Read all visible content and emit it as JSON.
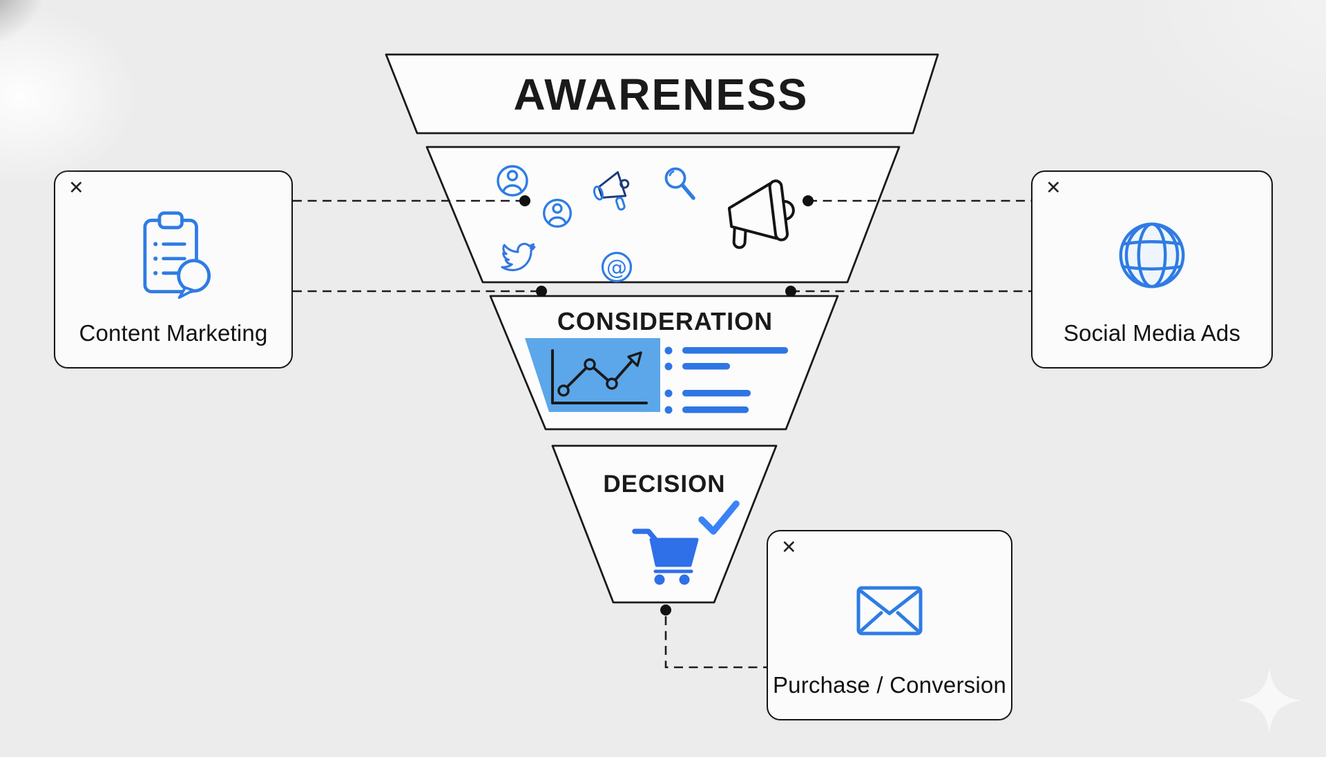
{
  "colors": {
    "background": "#ececec",
    "card-bg": "#fbfbfb",
    "panel": "#fcfcfc",
    "ink": "#1a1a1a",
    "blue": "#2e7ce4",
    "blue-fill": "#2f6fe8",
    "navy": "#1d3b7a",
    "chart-block": "#5ba7ea",
    "bar-blue": "#2e76e3",
    "check-blue": "#3b82f6"
  },
  "funnel": {
    "stages": [
      {
        "label": "AWARENESS"
      },
      {
        "label": "CONSIDERATION"
      },
      {
        "label": "DECISION"
      }
    ]
  },
  "cards": [
    {
      "label": "Content Marketing",
      "icon": "clipboard-list-icon",
      "close_glyph": "✕"
    },
    {
      "label": "Social Media Ads",
      "icon": "globe-icon",
      "close_glyph": "✕"
    },
    {
      "label": "Purchase / Conversion",
      "icon": "envelope-icon",
      "close_glyph": "✕"
    }
  ],
  "icons": {
    "at_glyph": "@",
    "awareness_strip": [
      "user-icon",
      "user-icon",
      "megaphone-small-icon",
      "magnifying-glass-icon",
      "twitter-bird-icon",
      "at-icon",
      "megaphone-icon"
    ],
    "consideration_strip": [
      "line-chart-icon",
      "bullet-list-graphic"
    ],
    "decision_strip": [
      "shopping-cart-icon",
      "checkmark-icon"
    ]
  }
}
